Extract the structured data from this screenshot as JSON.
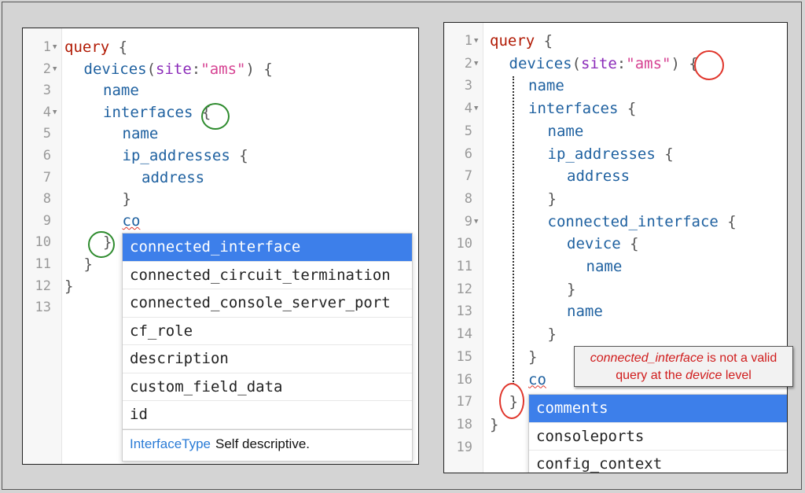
{
  "left_editor": {
    "lines": [
      {
        "n": "1",
        "fold": true,
        "indent": 0,
        "tokens": [
          {
            "t": "query",
            "c": "kw"
          },
          {
            "t": " {",
            "c": "punc"
          }
        ]
      },
      {
        "n": "2",
        "fold": true,
        "indent": 1,
        "tokens": [
          {
            "t": "devices",
            "c": "fn"
          },
          {
            "t": "(",
            "c": "punc"
          },
          {
            "t": "site",
            "c": "arg"
          },
          {
            "t": ":",
            "c": "punc"
          },
          {
            "t": "\"ams\"",
            "c": "str"
          },
          {
            "t": ") {",
            "c": "punc"
          }
        ]
      },
      {
        "n": "3",
        "fold": false,
        "indent": 2,
        "tokens": [
          {
            "t": "name",
            "c": "fn"
          }
        ]
      },
      {
        "n": "4",
        "fold": true,
        "indent": 2,
        "tokens": [
          {
            "t": "interfaces",
            "c": "fn"
          },
          {
            "t": " {",
            "c": "punc"
          }
        ]
      },
      {
        "n": "5",
        "fold": false,
        "indent": 3,
        "tokens": [
          {
            "t": "name",
            "c": "fn"
          }
        ]
      },
      {
        "n": "6",
        "fold": false,
        "indent": 3,
        "tokens": [
          {
            "t": "ip_addresses",
            "c": "fn"
          },
          {
            "t": " {",
            "c": "punc"
          }
        ]
      },
      {
        "n": "7",
        "fold": false,
        "indent": 4,
        "tokens": [
          {
            "t": "address",
            "c": "fn"
          }
        ]
      },
      {
        "n": "8",
        "fold": false,
        "indent": 3,
        "tokens": [
          {
            "t": "}",
            "c": "punc"
          }
        ]
      },
      {
        "n": "9",
        "fold": false,
        "indent": 3,
        "tokens": [
          {
            "t": "co",
            "c": "fn squig"
          }
        ]
      },
      {
        "n": "10",
        "fold": false,
        "indent": 2,
        "tokens": [
          {
            "t": "}",
            "c": "punc"
          }
        ]
      },
      {
        "n": "11",
        "fold": false,
        "indent": 1,
        "tokens": [
          {
            "t": "}",
            "c": "punc"
          }
        ]
      },
      {
        "n": "12",
        "fold": false,
        "indent": 0,
        "tokens": [
          {
            "t": "}",
            "c": "punc"
          }
        ]
      },
      {
        "n": "13",
        "fold": false,
        "indent": 0,
        "tokens": []
      }
    ],
    "hints": [
      "connected_interface",
      "connected_circuit_termination",
      "connected_console_server_port",
      "cf_role",
      "description",
      "custom_field_data",
      "id"
    ],
    "hint_active": 0,
    "hint_info": {
      "type": "InterfaceType",
      "desc": "Self descriptive."
    }
  },
  "right_editor": {
    "lines": [
      {
        "n": "1",
        "fold": true,
        "indent": 0,
        "tokens": [
          {
            "t": "query",
            "c": "kw"
          },
          {
            "t": " {",
            "c": "punc"
          }
        ]
      },
      {
        "n": "2",
        "fold": true,
        "indent": 1,
        "tokens": [
          {
            "t": "devices",
            "c": "fn"
          },
          {
            "t": "(",
            "c": "punc"
          },
          {
            "t": "site",
            "c": "arg"
          },
          {
            "t": ":",
            "c": "punc"
          },
          {
            "t": "\"ams\"",
            "c": "str"
          },
          {
            "t": ") {",
            "c": "punc"
          }
        ]
      },
      {
        "n": "3",
        "fold": false,
        "indent": 2,
        "tokens": [
          {
            "t": "name",
            "c": "fn"
          }
        ]
      },
      {
        "n": "4",
        "fold": true,
        "indent": 2,
        "tokens": [
          {
            "t": "interfaces",
            "c": "fn"
          },
          {
            "t": " {",
            "c": "punc"
          }
        ]
      },
      {
        "n": "5",
        "fold": false,
        "indent": 3,
        "tokens": [
          {
            "t": "name",
            "c": "fn"
          }
        ]
      },
      {
        "n": "6",
        "fold": false,
        "indent": 3,
        "tokens": [
          {
            "t": "ip_addresses",
            "c": "fn"
          },
          {
            "t": " {",
            "c": "punc"
          }
        ]
      },
      {
        "n": "7",
        "fold": false,
        "indent": 4,
        "tokens": [
          {
            "t": "address",
            "c": "fn"
          }
        ]
      },
      {
        "n": "8",
        "fold": false,
        "indent": 3,
        "tokens": [
          {
            "t": "}",
            "c": "punc"
          }
        ]
      },
      {
        "n": "9",
        "fold": true,
        "indent": 3,
        "tokens": [
          {
            "t": "connected_interface",
            "c": "fn"
          },
          {
            "t": " {",
            "c": "punc"
          }
        ]
      },
      {
        "n": "10",
        "fold": false,
        "indent": 4,
        "tokens": [
          {
            "t": "device",
            "c": "fn"
          },
          {
            "t": " {",
            "c": "punc"
          }
        ]
      },
      {
        "n": "11",
        "fold": false,
        "indent": 5,
        "tokens": [
          {
            "t": "name",
            "c": "fn"
          }
        ]
      },
      {
        "n": "12",
        "fold": false,
        "indent": 4,
        "tokens": [
          {
            "t": "}",
            "c": "punc"
          }
        ]
      },
      {
        "n": "13",
        "fold": false,
        "indent": 4,
        "tokens": [
          {
            "t": "name",
            "c": "fn"
          }
        ]
      },
      {
        "n": "14",
        "fold": false,
        "indent": 3,
        "tokens": [
          {
            "t": "}",
            "c": "punc"
          }
        ]
      },
      {
        "n": "15",
        "fold": false,
        "indent": 2,
        "tokens": [
          {
            "t": "}",
            "c": "punc"
          }
        ]
      },
      {
        "n": "16",
        "fold": false,
        "indent": 2,
        "tokens": [
          {
            "t": "co",
            "c": "fn squig"
          }
        ]
      },
      {
        "n": "17",
        "fold": false,
        "indent": 1,
        "tokens": [
          {
            "t": "}",
            "c": "punc"
          }
        ]
      },
      {
        "n": "18",
        "fold": false,
        "indent": 0,
        "tokens": [
          {
            "t": "}",
            "c": "punc"
          }
        ]
      },
      {
        "n": "19",
        "fold": false,
        "indent": 0,
        "tokens": []
      }
    ],
    "hints": [
      "comments",
      "consoleports",
      "config_context"
    ],
    "hint_active": 0
  },
  "callout": {
    "part1_italic": "connected_interface",
    "part2": " is not a valid",
    "part3": "query at the ",
    "part4_italic": "device",
    "part5": " level"
  },
  "colors": {
    "keyword": "#b11a04",
    "field": "#1f61a0",
    "argument": "#8b2bb9",
    "string": "#d64292",
    "hint_active": "#3d7fea",
    "green_circle": "#2e8b2e",
    "red_circle": "#e0352b"
  }
}
